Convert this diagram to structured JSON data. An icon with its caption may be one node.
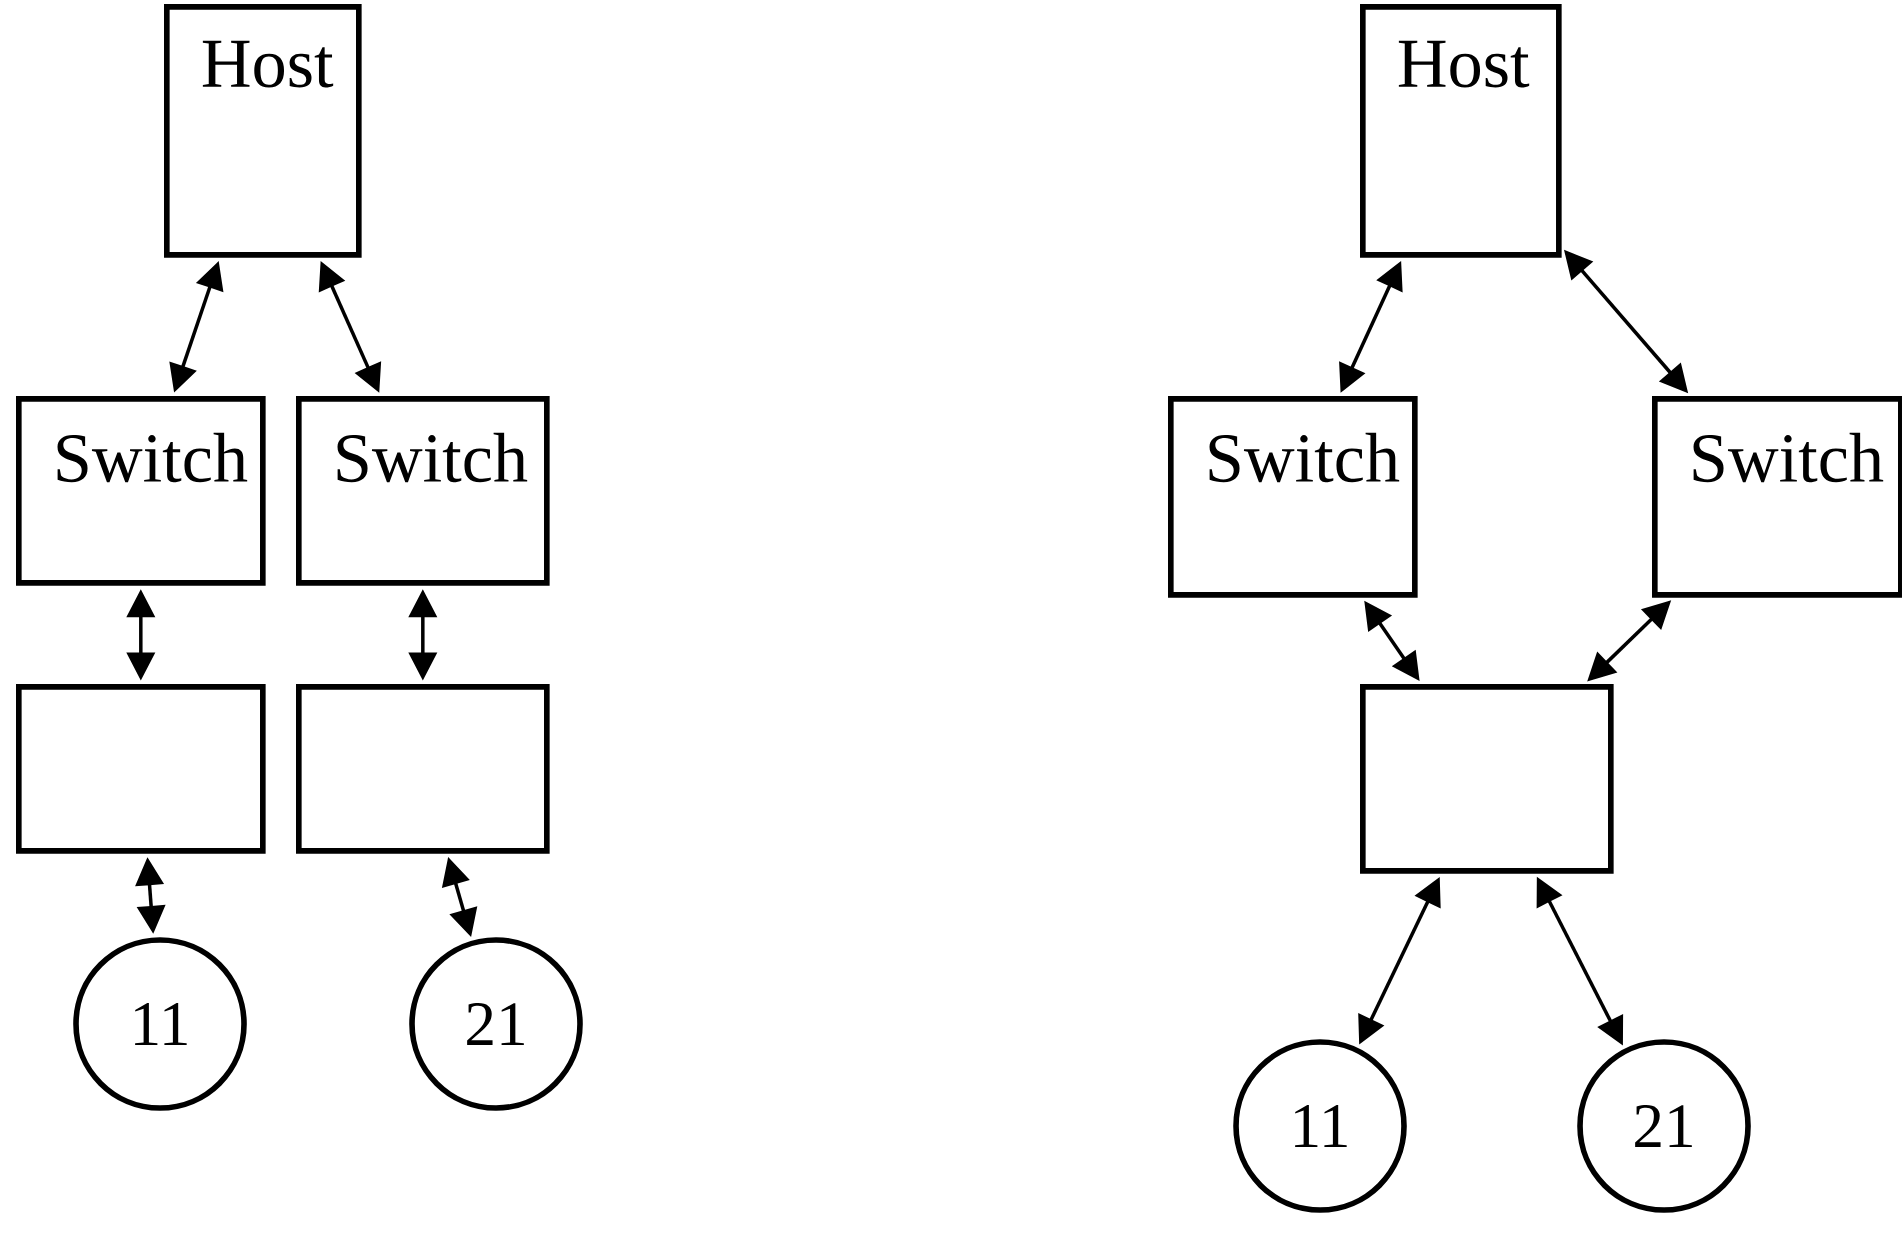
{
  "diagram": {
    "nodes": [
      {
        "text": [
          "Host"
        ]
      },
      {
        "text": [
          "Switch"
        ]
      },
      {
        "text": [
          "Switch"
        ]
      },
      {
        "text": [],
        "shape": "box"
      },
      {
        "text": [],
        "shape": "box"
      },
      {
        "text": [
          "11"
        ]
      },
      {
        "text": [
          "21"
        ]
      },
      {
        "text": [
          "Host"
        ]
      },
      {
        "text": [
          "Switch"
        ]
      },
      {
        "text": [
          "Switch"
        ]
      },
      {
        "text": [],
        "shape": "box"
      },
      {
        "text": [
          "11"
        ]
      },
      {
        "text": [
          "21"
        ]
      }
    ],
    "edges": [
      {
        "from": 0,
        "to": 1,
        "arrow": "both"
      },
      {
        "from": 0,
        "to": 2,
        "arrow": "both"
      },
      {
        "from": 1,
        "to": 3,
        "arrow": "both"
      },
      {
        "from": 2,
        "to": 4,
        "arrow": "both"
      },
      {
        "from": 3,
        "to": 5,
        "arrow": "both"
      },
      {
        "from": 4,
        "to": 6,
        "arrow": "both"
      },
      {
        "from": 7,
        "to": 8,
        "arrow": "both"
      },
      {
        "from": 7,
        "to": 9,
        "arrow": "both"
      },
      {
        "from": 8,
        "to": 10,
        "arrow": "both"
      },
      {
        "from": 9,
        "to": 10,
        "arrow": "both"
      },
      {
        "from": 10,
        "to": 11,
        "arrow": "both"
      },
      {
        "from": 10,
        "to": 12,
        "arrow": "both"
      }
    ]
  }
}
